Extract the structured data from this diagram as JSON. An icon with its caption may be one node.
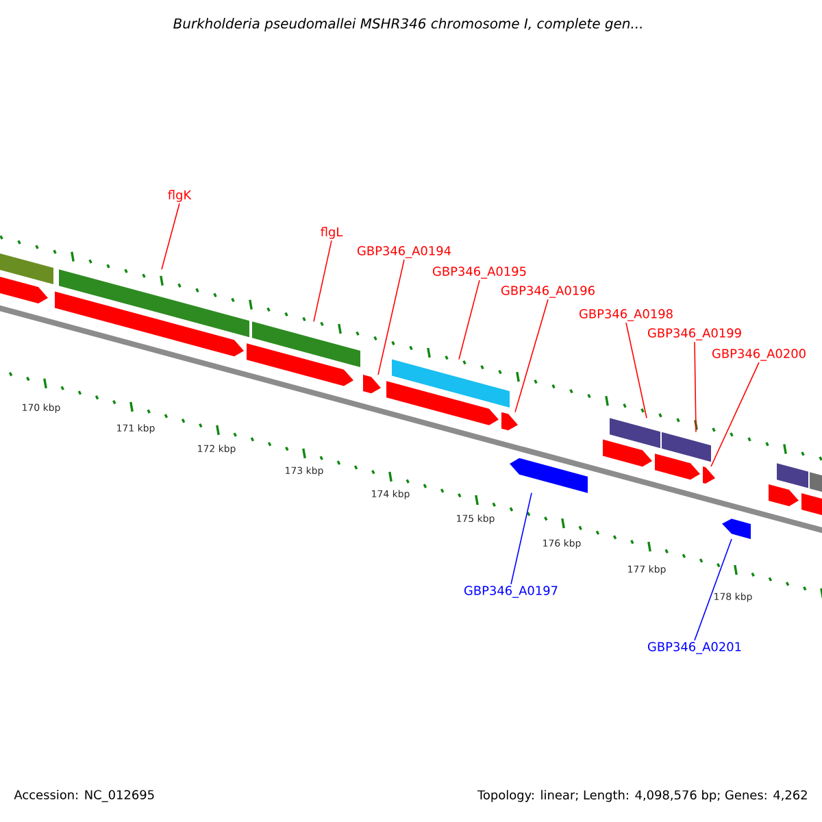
{
  "diagram": {
    "title": "*Burkholderia pseudomallei* MSHR346 chromosome I, complete gen...",
    "nodes": [
      {
        "text": [
          "flgK"
        ]
      },
      {
        "text": [
          "flgL"
        ]
      },
      {
        "text": [
          "GBP346_A0194"
        ]
      },
      {
        "text": [
          "GBP346_A0195"
        ]
      },
      {
        "text": [
          "GBP346_A0196"
        ]
      },
      {
        "text": [
          "GBP346_A0198"
        ]
      },
      {
        "text": [
          "GBP346_A0199"
        ]
      },
      {
        "text": [
          "GBP346_A0200"
        ]
      },
      {
        "text": [
          "GBP346_A0197"
        ]
      },
      {
        "text": [
          "GBP346_A0201"
        ]
      },
      {
        "text": [],
        "shape": "bar"
      },
      {
        "text": [],
        "shape": "bar"
      },
      {
        "text": [],
        "shape": "bar"
      },
      {
        "text": [],
        "shape": "bar"
      },
      {
        "text": [],
        "shape": "bar"
      },
      {
        "text": [],
        "shape": "bar"
      },
      {
        "text": [],
        "shape": "bar"
      },
      {
        "text": [],
        "shape": "bar"
      },
      {
        "text": [],
        "shape": "box"
      },
      {
        "text": [],
        "shape": "box"
      },
      {
        "text": [],
        "shape": "box"
      },
      {
        "text": [],
        "shape": "box"
      },
      {
        "text": [],
        "shape": "box"
      },
      {
        "text": [],
        "shape": "box"
      },
      {
        "text": [],
        "shape": "box"
      },
      {
        "text": [],
        "shape": "box"
      },
      {
        "text": [],
        "shape": "box"
      },
      {
        "text": [],
        "shape": "box"
      },
      {
        "text": [],
        "shape": "box"
      },
      {
        "text": [],
        "shape": "box"
      },
      {
        "text": [],
        "shape": "box"
      }
    ],
    "edges": [
      {
        "from": 0,
        "to": 11,
        "arrow": "none"
      },
      {
        "from": 1,
        "to": 12,
        "arrow": "none"
      },
      {
        "from": 2,
        "to": 21,
        "arrow": "none"
      },
      {
        "from": 3,
        "to": 13,
        "arrow": "none"
      },
      {
        "from": 4,
        "to": 23,
        "arrow": "none"
      },
      {
        "from": 5,
        "to": 14,
        "arrow": "none"
      },
      {
        "from": 6,
        "to": 15,
        "arrow": "none"
      },
      {
        "from": 7,
        "to": 26,
        "arrow": "none"
      },
      {
        "from": 8,
        "to": 29,
        "arrow": "none",
        "color": "#0000ff"
      },
      {
        "from": 9,
        "to": 30,
        "arrow": "none",
        "color": "#0000ff"
      }
    ],
    "labels": [
      "170 kbp",
      "171 kbp",
      "172 kbp",
      "173 kbp",
      "174 kbp",
      "175 kbp",
      "176 kbp",
      "177 kbp",
      "178 kbp",
      "Accession: NC_012695",
      "Topology: linear; Length: 4,098,576 bp; Genes: 4,262"
    ]
  }
}
